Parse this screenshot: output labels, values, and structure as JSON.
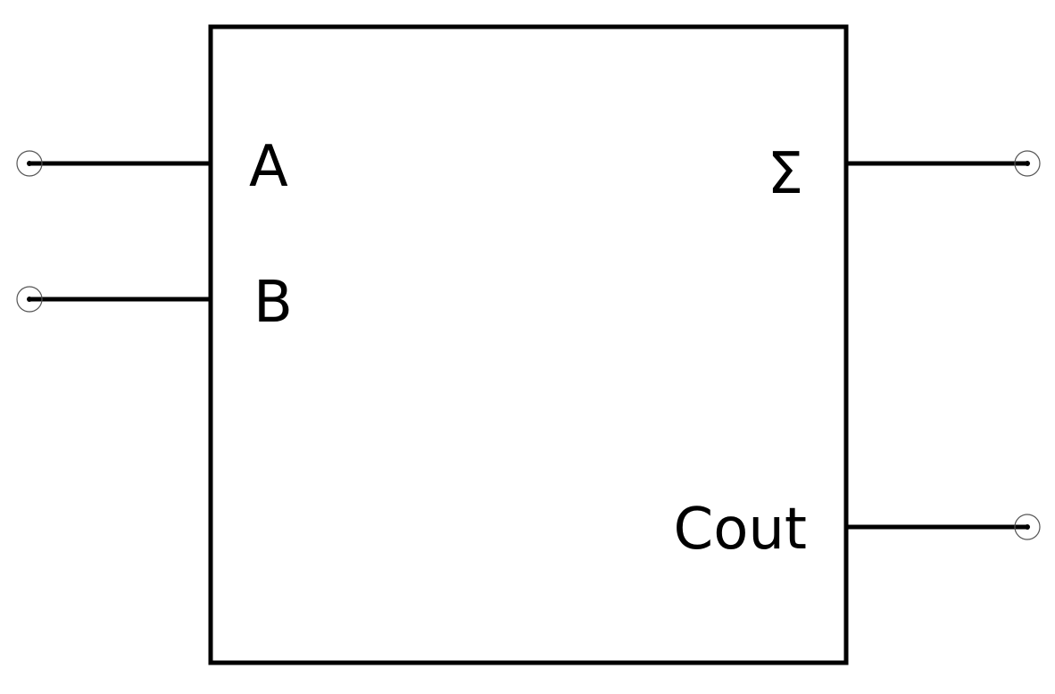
{
  "component": {
    "inputs": [
      {
        "label": "A"
      },
      {
        "label": "B"
      }
    ],
    "outputs": [
      {
        "label": "Σ"
      },
      {
        "label": "Cout"
      }
    ]
  },
  "colors": {
    "stroke": "#000000",
    "background": "#ffffff",
    "terminal": "#555555"
  }
}
